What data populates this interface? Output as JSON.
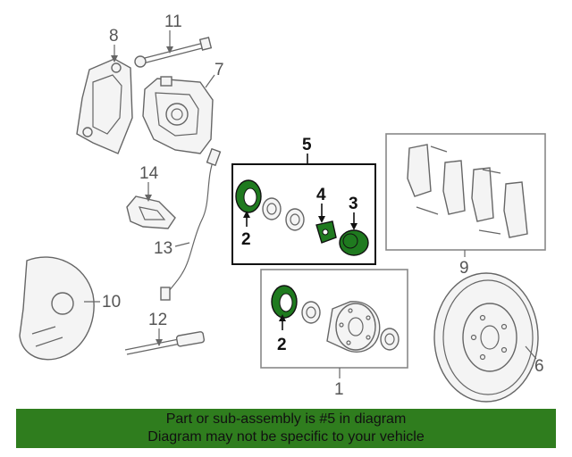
{
  "callouts": {
    "c1": "1",
    "c2a": "2",
    "c2b": "2",
    "c3": "3",
    "c4": "4",
    "c5": "5",
    "c6": "6",
    "c7": "7",
    "c8": "8",
    "c9": "9",
    "c10": "10",
    "c11": "11",
    "c12": "12",
    "c13": "13",
    "c14": "14"
  },
  "footer": {
    "line1": "Part or sub-assembly is #5 in diagram",
    "line2": "Diagram may not be specific to your vehicle"
  },
  "colors": {
    "highlight": "#1f7a1f",
    "footer_bg": "#2f7d1e"
  }
}
